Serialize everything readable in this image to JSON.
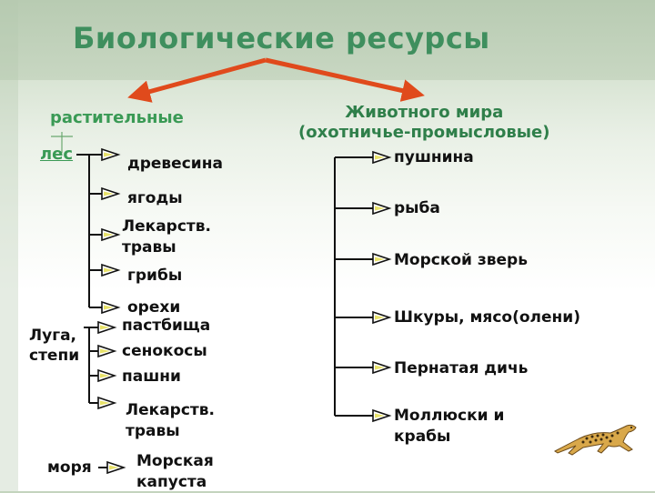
{
  "title": "Биологические ресурсы",
  "colors": {
    "title": "#3f8f5e",
    "category": "#3a9a55",
    "arrow": "#e04a1c",
    "line": "#111111"
  },
  "plant": {
    "label": "растительные",
    "forest": {
      "label": "лес",
      "items": [
        "древесина",
        "ягоды",
        "Лекарств.\nтравы",
        "грибы",
        "орехи"
      ]
    },
    "meadow": {
      "label": "Луга,\nстепи",
      "items": [
        "пастбища",
        "сенокосы",
        "пашни",
        "Лекарств.\nтравы"
      ]
    },
    "sea": {
      "label": "моря",
      "items": [
        "Морская\nкапуста"
      ]
    }
  },
  "animal": {
    "label": "Животного мира\n(охотничье-промысловые)",
    "items": [
      "пушнина",
      "рыба",
      "Морской зверь",
      "Шкуры, мясо(олени)",
      "Пернатая дичь",
      "Моллюски и\nкрабы"
    ]
  },
  "decor": {
    "cheetah": "cheetah-icon"
  }
}
